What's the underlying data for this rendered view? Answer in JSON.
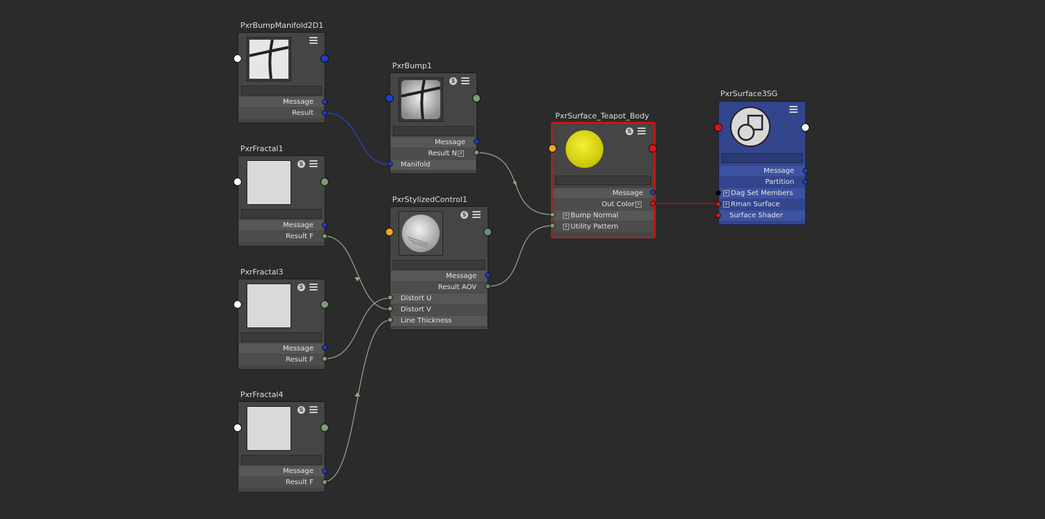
{
  "colors": {
    "background": "#2b2b2b",
    "node": "#454545",
    "shading_group": "#33458c",
    "selection": "#e01010",
    "wire_green": "#8fae86",
    "wire_blue": "#2a46d6",
    "wire_red": "#e11212"
  },
  "nodes": {
    "bump_manifold": {
      "title": "PxrBumpManifold2D1",
      "attrs": {
        "message": "Message",
        "result": "Result"
      }
    },
    "fractal1": {
      "title": "PxrFractal1",
      "attrs": {
        "message": "Message",
        "result": "Result F"
      }
    },
    "fractal3": {
      "title": "PxrFractal3",
      "attrs": {
        "message": "Message",
        "result": "Result F"
      }
    },
    "fractal4": {
      "title": "PxrFractal4",
      "attrs": {
        "message": "Message",
        "result": "Result F"
      }
    },
    "bump1": {
      "title": "PxrBump1",
      "attrs": {
        "message": "Message",
        "result": "Result N",
        "manifold": "Manifold"
      }
    },
    "stylized": {
      "title": "PxrStylizedControl1",
      "attrs": {
        "message": "Message",
        "result": "Result AOV",
        "distort_u": "Distort U",
        "distort_v": "Distort V",
        "line_thickness": "Line Thickness"
      }
    },
    "surface": {
      "title": "PxrSurface_Teapot_Body",
      "attrs": {
        "message": "Message",
        "out_color": "Out Color",
        "bump_normal": "Bump Normal",
        "utility_pattern": "Utility Pattern"
      }
    },
    "sg": {
      "title": "PxrSurface3SG",
      "attrs": {
        "message": "Message",
        "partition": "Partition",
        "dag_set_members": "Dag Set Members",
        "rman_surface": "Rman Surface",
        "surface_shader": "Surface Shader"
      }
    }
  },
  "icons": {
    "menu": "menu-icon",
    "swatch_toggle": "s-icon",
    "expand": "plus-icon",
    "s_glyph": "S",
    "plus_glyph": "+"
  }
}
